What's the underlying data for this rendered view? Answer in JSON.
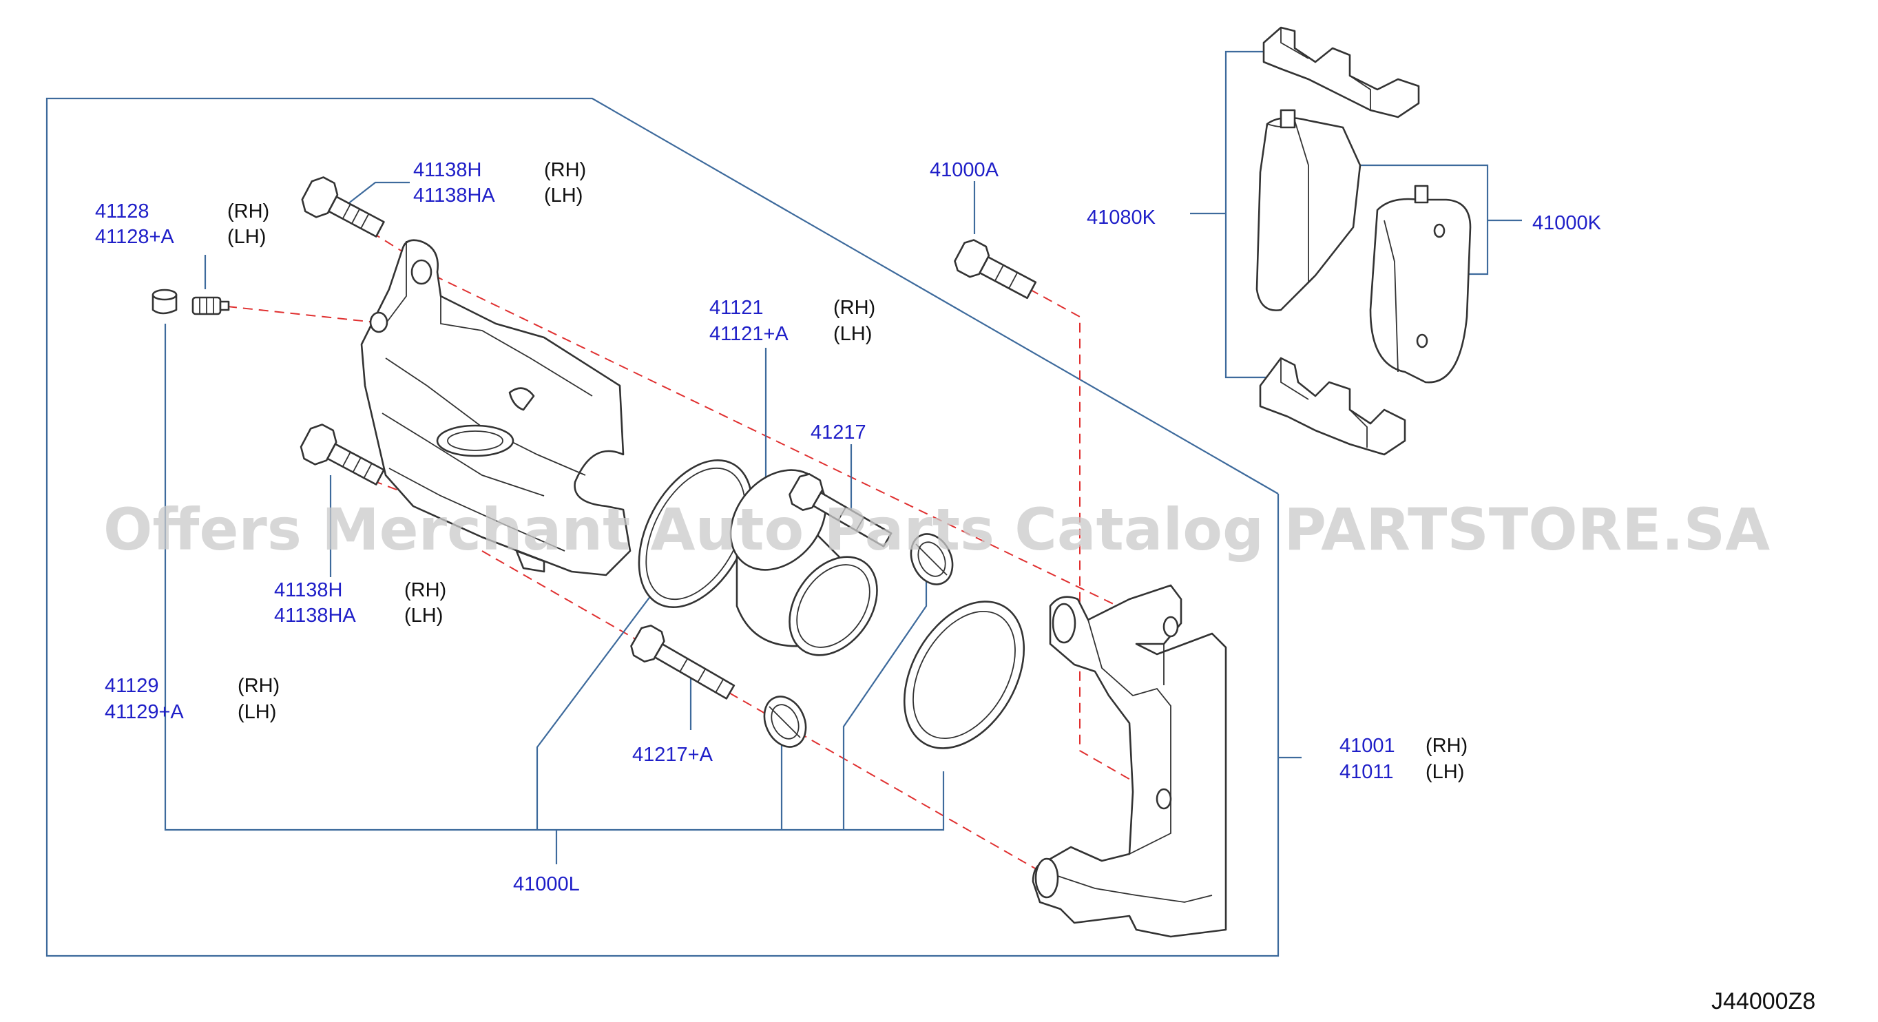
{
  "diagram_code": "J44000Z8",
  "watermark": "Offers Merchant Auto Parts Catalog PARTSTORE.SA",
  "colors": {
    "label": "#1f1fc8",
    "leader": "#3d6a9c",
    "dashed_line": "#e03030",
    "parts": "#333333",
    "watermark": "#c9c9c9"
  },
  "callouts": {
    "c41128": {
      "num": "41128",
      "side": "(RH)",
      "num2": "41128+A",
      "side2": "(LH)"
    },
    "c41138h_top": {
      "num": "41138H",
      "side": "(RH)",
      "num2": "41138HA",
      "side2": "(LH)"
    },
    "c41138h_bottom": {
      "num": "41138H",
      "side": "(RH)",
      "num2": "41138HA",
      "side2": "(LH)"
    },
    "c41129": {
      "num": "41129",
      "side": "(RH)",
      "num2": "41129+A",
      "side2": "(LH)"
    },
    "c41121": {
      "num": "41121",
      "side": "(RH)",
      "num2": "41121+A",
      "side2": "(LH)"
    },
    "c41217": {
      "num": "41217"
    },
    "c41217a": {
      "num": "41217+A"
    },
    "c41000a": {
      "num": "41000A"
    },
    "c41080k": {
      "num": "41080K"
    },
    "c41000k": {
      "num": "41000K"
    },
    "c41001": {
      "num": "41001",
      "side": "(RH)",
      "num2": "41011",
      "side2": "(LH)"
    },
    "c41000l": {
      "num": "41000L"
    }
  }
}
